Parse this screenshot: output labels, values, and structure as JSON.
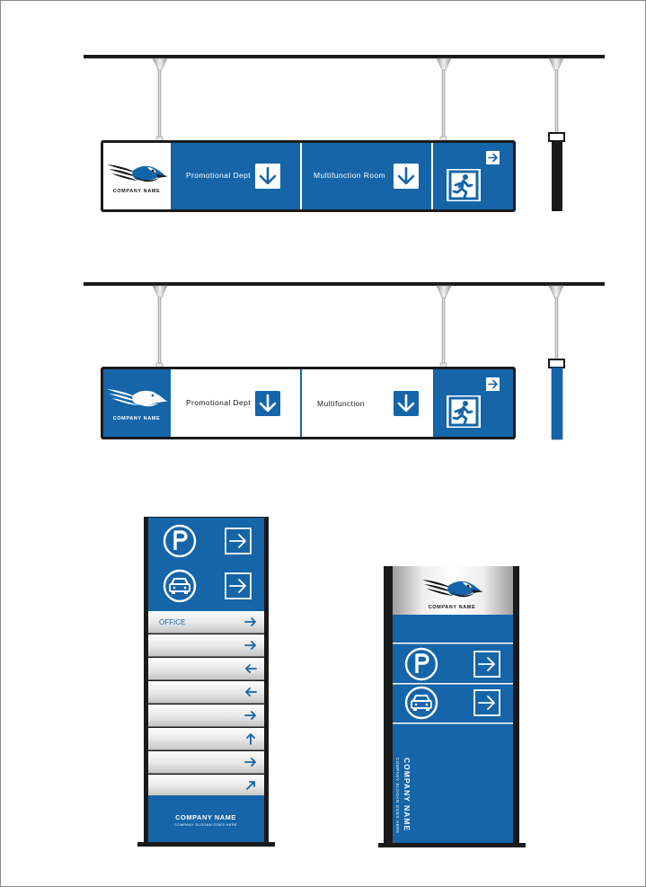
{
  "colors": {
    "blue": "#1565a8",
    "dark": "#1a1a1a",
    "white": "#ffffff",
    "silver_light": "#f2f2f2",
    "silver_dark": "#bdbdbd"
  },
  "hanging_sign_1": {
    "company_name": "COMPANY NAME",
    "panel_1": {
      "label": "Promotional Dept",
      "icon": "arrow-down-icon"
    },
    "panel_2": {
      "label": "Multifunction Room",
      "icon": "arrow-down-icon"
    },
    "panel_3": {
      "icon": "emergency-exit-icon",
      "arrow": "arrow-right-icon"
    }
  },
  "hanging_sign_2": {
    "company_name": "COMPANY NAME",
    "panel_1": {
      "label": "Promotional Dept",
      "icon": "arrow-down-icon"
    },
    "panel_2": {
      "label": "Multifunction",
      "icon": "arrow-down-icon"
    },
    "panel_3": {
      "icon": "emergency-exit-icon",
      "arrow": "arrow-right-icon"
    }
  },
  "directory_totem": {
    "rows": [
      {
        "icon": "parking-icon",
        "arrow": "arrow-right-icon"
      },
      {
        "icon": "car-icon",
        "arrow": "arrow-right-icon"
      }
    ],
    "directory": [
      {
        "label": "OFFICE",
        "arrow": "arrow-right-icon"
      },
      {
        "label": "",
        "arrow": "arrow-right-icon"
      },
      {
        "label": "",
        "arrow": "arrow-left-icon"
      },
      {
        "label": "",
        "arrow": "arrow-left-icon"
      },
      {
        "label": "",
        "arrow": "arrow-right-icon"
      },
      {
        "label": "",
        "arrow": "arrow-up-icon"
      },
      {
        "label": "",
        "arrow": "arrow-right-icon"
      },
      {
        "label": "",
        "arrow": "arrow-up-right-icon"
      }
    ],
    "company_name": "COMPANY NAME",
    "slogan": "COMPANY SLOGAN GOES HERE"
  },
  "parking_totem": {
    "company_name": "COMPANY NAME",
    "rows": [
      {
        "icon": "parking-icon",
        "arrow": "arrow-right-icon"
      },
      {
        "icon": "car-icon",
        "arrow": "arrow-right-icon"
      }
    ],
    "vertical_name": "COMPANY NAME",
    "vertical_slogan": "COMPANY SLOGAN GOES HERE"
  }
}
